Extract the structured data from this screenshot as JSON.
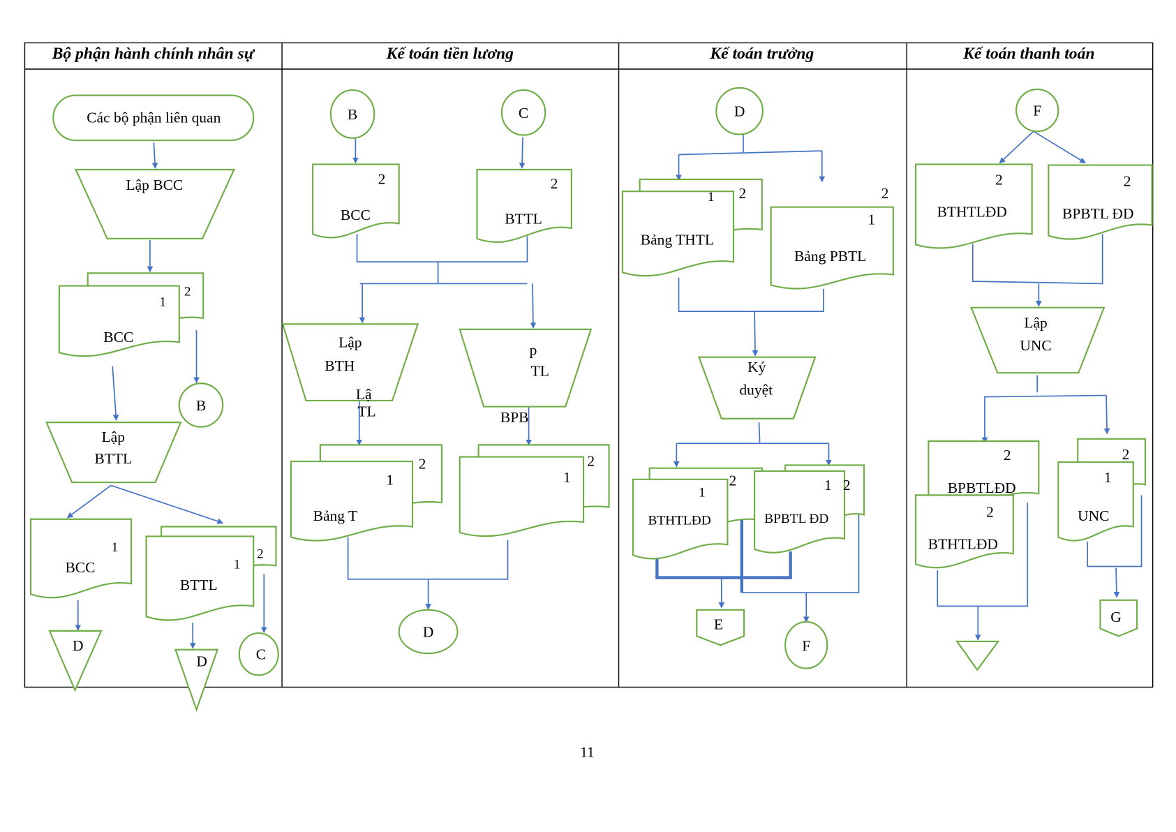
{
  "colors": {
    "shape_stroke": "#70ad47",
    "connector": "#4472c4"
  },
  "page_number": "11",
  "columns": [
    {
      "header": "Bộ phận hành chính nhân sự",
      "labels": [
        "Các bộ phận liên quan",
        "Lập BCC",
        "1",
        "2",
        "BCC",
        "B",
        "Lập",
        "BTTL",
        "1",
        "BCC",
        "1",
        "2",
        "BTTL",
        "D",
        "D",
        "C"
      ]
    },
    {
      "header": "Kế toán tiền lương",
      "labels": [
        "B",
        "C",
        "2",
        "BCC",
        "2",
        "BTTL",
        "Lập",
        "BTH",
        "Lậ",
        "TL",
        "p",
        "TL",
        "BPB",
        "1",
        "2",
        "Bảng T",
        "1",
        "2",
        "D"
      ]
    },
    {
      "header": "Kế toán trưởng",
      "labels": [
        "D",
        "1",
        "2",
        "Bảng THTL",
        "1",
        "2",
        "Bảng PBTL",
        "Ký",
        "duyệt",
        "1",
        "2",
        "BTHTLĐD",
        "1",
        "2",
        "BPBTL ĐD",
        "E",
        "F"
      ]
    },
    {
      "header": "Kế toán thanh toán",
      "labels": [
        "F",
        "2",
        "BTHTLĐD",
        "2",
        "BPBTL ĐD",
        "Lập",
        "UNC",
        "2",
        "BPBTLĐD",
        "2",
        "BTHTLĐD",
        "1",
        "2",
        "UNC",
        "G"
      ]
    }
  ]
}
